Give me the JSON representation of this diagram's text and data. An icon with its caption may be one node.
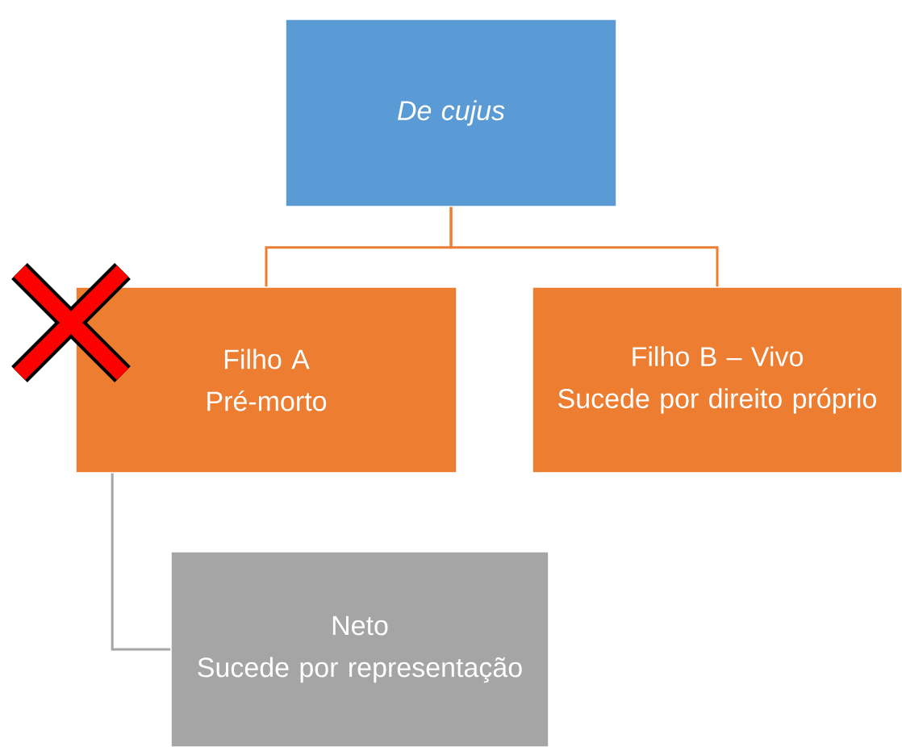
{
  "diagram": {
    "nodes": [
      {
        "text": [
          "*De cujus*"
        ]
      },
      {
        "text": [
          "Filho A",
          "Pré-morto"
        ]
      },
      {
        "text": [
          "Filho B – Vivo",
          "Sucede por direito próprio"
        ]
      },
      {
        "text": [
          "Neto",
          "Sucede por representação"
        ]
      }
    ],
    "edges": [
      {
        "from": 0,
        "to": 1,
        "arrow": "none"
      },
      {
        "from": 0,
        "to": 2,
        "arrow": "none"
      },
      {
        "from": 1,
        "to": 3,
        "arrow": "none",
        "color": "#a6a6a6"
      }
    ]
  }
}
